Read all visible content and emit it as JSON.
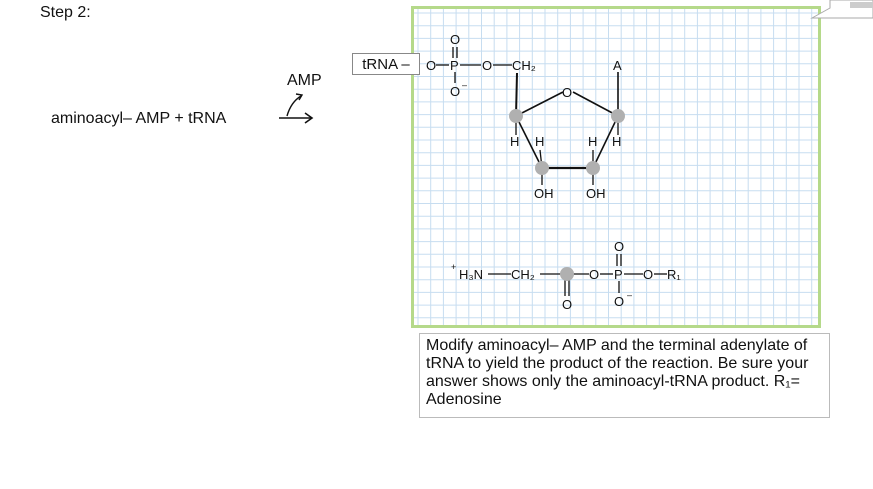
{
  "step_title": "Step 2:",
  "reaction": {
    "left_side": "aminoacyl– AMP + tRNA",
    "over_arrow": "AMP"
  },
  "trna_label": "tRNA –",
  "instruction": "Modify aminoacyl– AMP and the terminal adenylate of tRNA to yield the product of the reaction. Be sure your answer shows only the aminoacyl-tRNA product.   R₁= Adenosine",
  "molecule_labels": {
    "o": "O",
    "p": "P",
    "o_minus": "O",
    "minus": "–",
    "ch2": "CH₂",
    "ring_o": "O",
    "a": "A",
    "h": "H",
    "oh": "OH",
    "plus": "+",
    "h3n": "H₃N",
    "r1": "R₁"
  },
  "colors": {
    "frame_border": "#b5d98a",
    "grid_line": "#c7ddf0",
    "node_dot": "#b0b0b0"
  }
}
